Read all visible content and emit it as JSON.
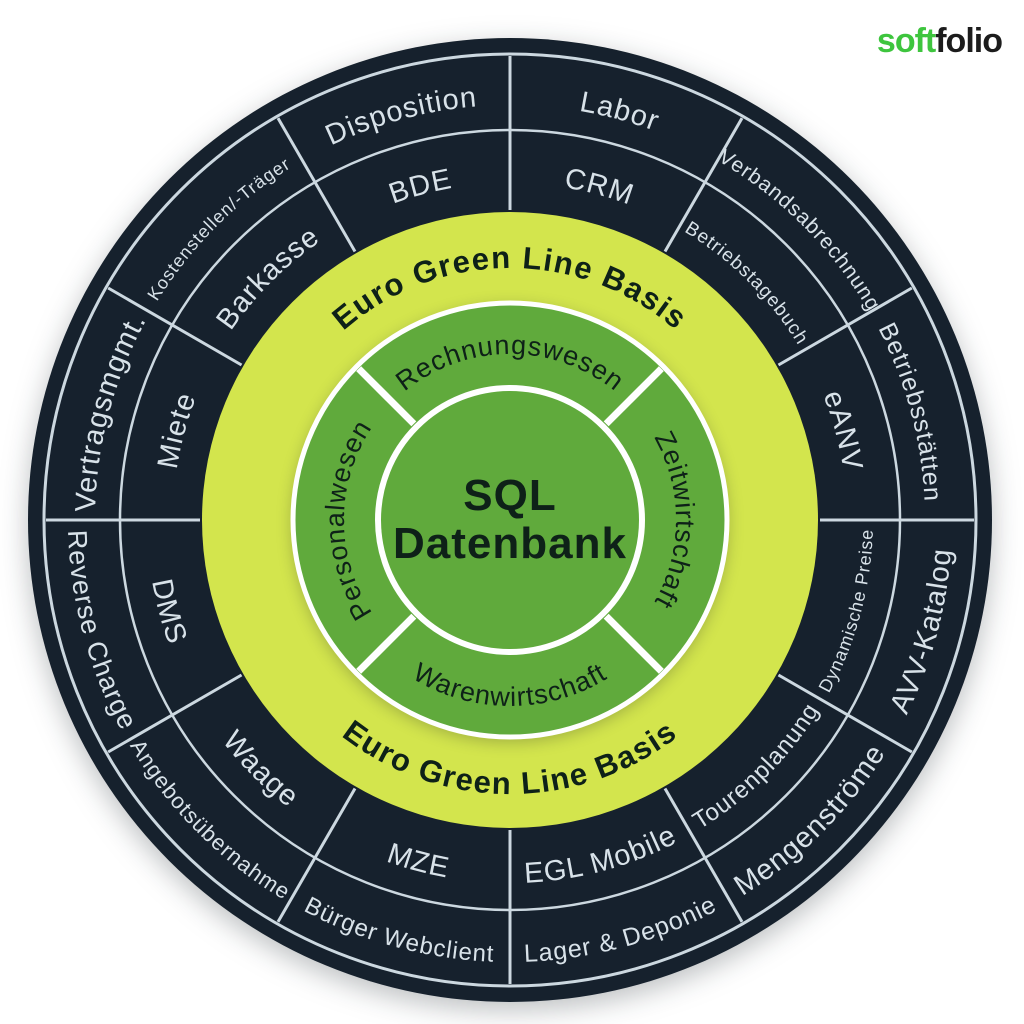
{
  "logo": {
    "green": "soft",
    "dark": "folio"
  },
  "colors": {
    "navy": "#16212d",
    "ring_line": "#ccd8e0",
    "ring_text": "#d8e2e9",
    "yellow": "#d3e54d",
    "green": "#60aa3c",
    "white": "#ffffff",
    "dark_text": "#0e2118",
    "logo_green": "#3ec53e",
    "logo_dark": "#1c1c1c"
  },
  "wheel": {
    "center": {
      "line1": "SQL",
      "line2": "Datenbank"
    },
    "core_modules": [
      "Zeitwirtschaft",
      "Warenwirtschaft",
      "Personalwesen",
      "Rechnungswesen"
    ],
    "basis_ring": {
      "top_label": "Euro Green Line Basis",
      "bottom_label": "Euro Green Line Basis"
    },
    "module_ring_middle": [
      "CRM",
      "Betriebstagebuch",
      "eANV",
      "Dynamische Preise",
      "Tourenplanung",
      "EGL Mobile",
      "MZE",
      "Waage",
      "DMS",
      "Miete",
      "Barkasse",
      "BDE"
    ],
    "module_ring_outer": [
      "Labor",
      "Verbandsabrechnung",
      "Betriebsstätten",
      "AVV-Katalog",
      "Mengenströme",
      "Lager & Deponie",
      "Bürger Webclient",
      "Angebotsübernahme",
      "Reverse Charge",
      "Vertragsmgmt.",
      "Kostenstellen/-Träger",
      "Disposition"
    ]
  }
}
